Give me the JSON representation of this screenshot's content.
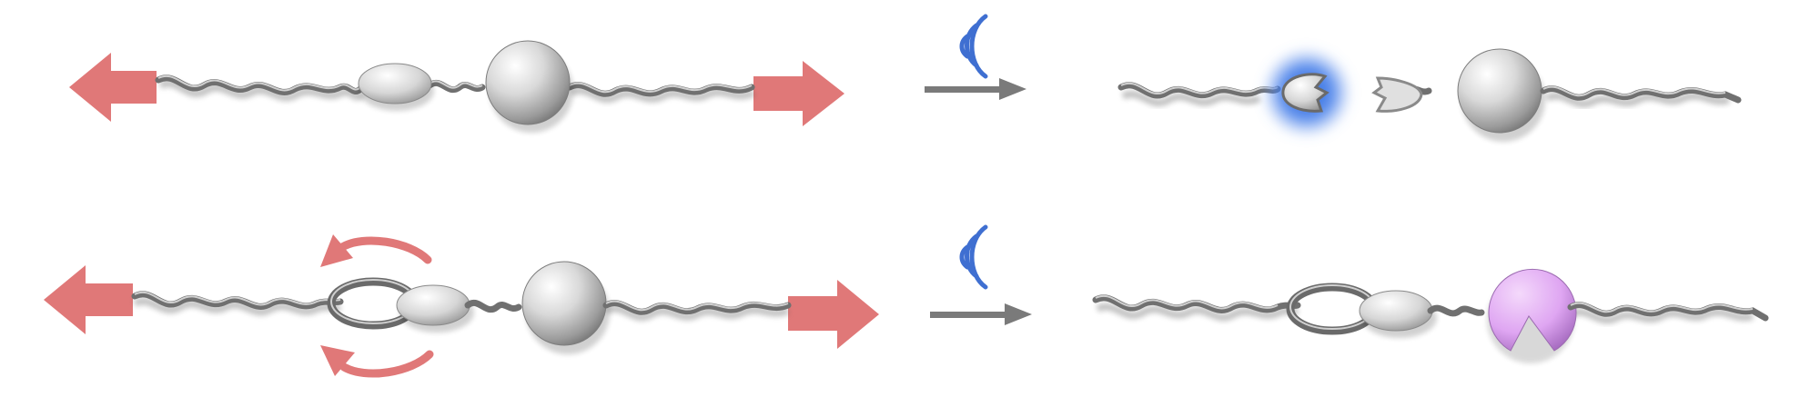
{
  "figure": {
    "kind": "mechanochemistry-scheme",
    "rows": [
      {
        "name": "top",
        "left_state": [
          "pulling-force-arrows",
          "polymer-chain",
          "ellipsoid-bead",
          "sphere"
        ],
        "stimulus": "ultrasound",
        "right_state": [
          "polymer-chain",
          "cleaved-mechanophore-glowing",
          "fragment",
          "sphere"
        ]
      },
      {
        "name": "bottom",
        "left_state": [
          "pulling-force-arrows",
          "polymer-chain",
          "ring",
          "ellipsoid-bead",
          "sphere",
          "rotation-arrows"
        ],
        "stimulus": "ultrasound",
        "right_state": [
          "polymer-chain",
          "ring",
          "ellipsoid-bead",
          "activated-sphere"
        ]
      }
    ]
  },
  "colors": {
    "force_arrow": "#e07878",
    "chain": "#7d7d7d",
    "chain_highlight": "#cfcfcf",
    "ultrasound": "#3f6fd1",
    "reaction_arrow": "#7a7a7a",
    "glow": "#2f6be0",
    "activated": "#e3b4f4"
  },
  "icons": {
    "ultrasound": "sound-wave-icon",
    "reaction": "right-arrow-icon"
  }
}
